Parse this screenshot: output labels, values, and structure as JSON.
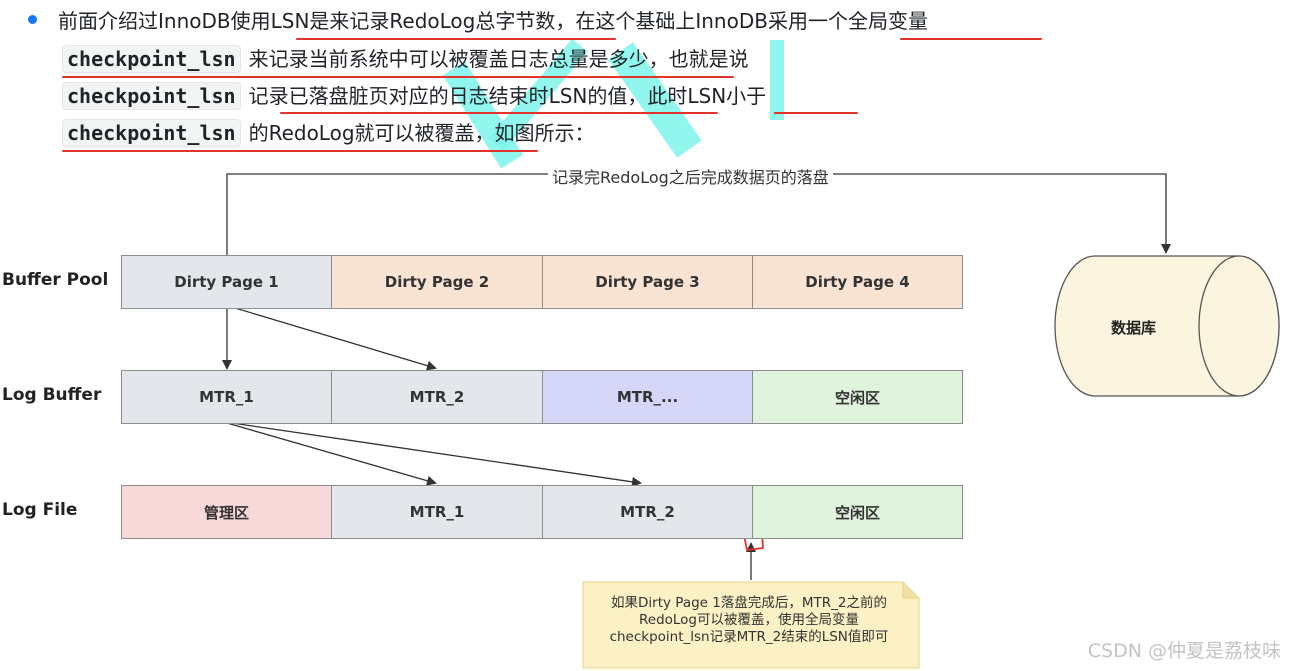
{
  "paragraph": {
    "line1": "前面介绍过InnoDB使用LSN是来记录RedoLog总字节数，在这个基础上InnoDB采用一个全局变量",
    "code": "checkpoint_lsn",
    "line2_text": "来记录当前系统中可以被覆盖日志总量是多少，也就是说",
    "line3_text": "记录已落盘脏页对应的日志结束时LSN的值，此时LSN小于",
    "line4_text": "的RedoLog就可以被覆盖，如图所示："
  },
  "diagram": {
    "top_arrow_label": "记录完RedoLog之后完成数据页的落盘",
    "database_label": "数据库",
    "rows": [
      {
        "label": "Buffer Pool",
        "cells": [
          "Dirty Page 1",
          "Dirty Page 2",
          "Dirty Page 3",
          "Dirty Page 4"
        ],
        "colors": [
          "#e3e7ec",
          "#f9e3d3",
          "#f9e3d3",
          "#f9e3d3"
        ]
      },
      {
        "label": "Log Buffer",
        "cells": [
          "MTR_1",
          "MTR_2",
          "MTR_...",
          "空闲区"
        ],
        "colors": [
          "#e3e7ec",
          "#e3e7ec",
          "#d6d6f8",
          "#e0f3dc"
        ]
      },
      {
        "label": "Log File",
        "cells": [
          "管理区",
          "MTR_1",
          "MTR_2",
          "空闲区"
        ],
        "colors": [
          "#f8d9d9",
          "#e3e7ec",
          "#e3e7ec",
          "#e0f3dc"
        ]
      }
    ],
    "note_lines": [
      "如果Dirty Page 1落盘完成后，MTR_2之前的",
      "RedoLog可以被覆盖，使用全局变量",
      "checkpoint_lsn记录MTR_2结束的LSN值即可"
    ]
  },
  "footer": "CSDN @仲夏是荔枝味",
  "colors": {
    "accent_bullet": "#1677ff",
    "underline_red": "#e0342d",
    "database_fill": "#fbf5df",
    "note_fill": "#fcf1c4"
  }
}
